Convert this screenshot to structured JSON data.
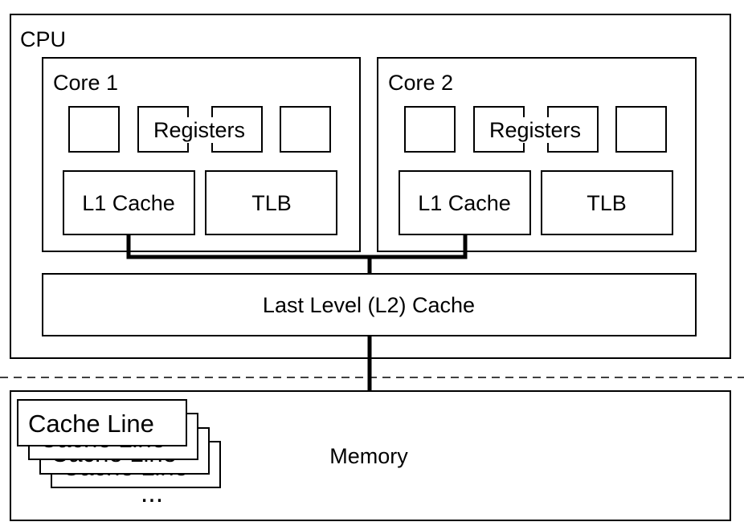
{
  "cpu": {
    "label": "CPU",
    "cores": [
      {
        "label": "Core 1",
        "registers_label": "Registers",
        "l1_label": "L1 Cache",
        "tlb_label": "TLB"
      },
      {
        "label": "Core 2",
        "registers_label": "Registers",
        "l1_label": "L1 Cache",
        "tlb_label": "TLB"
      }
    ],
    "llc_label": "Last Level (L2) Cache"
  },
  "memory": {
    "label": "Memory",
    "cache_line_label": "Cache Line",
    "ellipsis": "..."
  }
}
